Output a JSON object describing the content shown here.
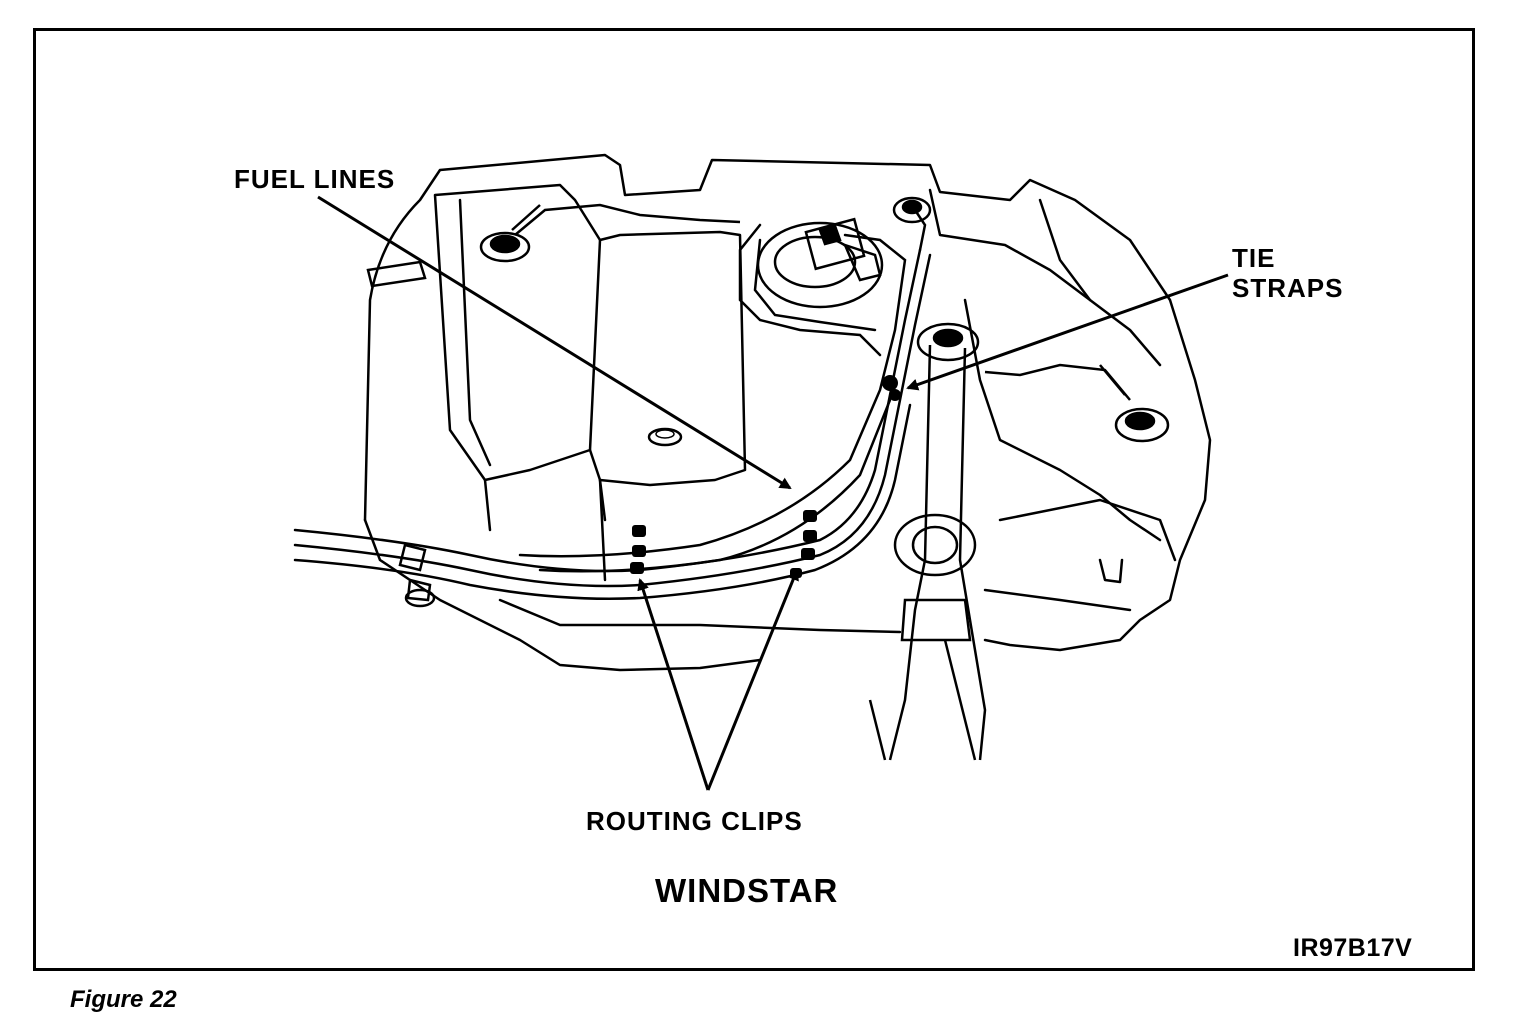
{
  "labels": {
    "fuel_lines": "FUEL LINES",
    "tie_straps_line1": "TIE",
    "tie_straps_line2": "STRAPS",
    "routing_clips": "ROUTING CLIPS"
  },
  "model": "WINDSTAR",
  "code": "IR97B17V",
  "caption": "Figure 22",
  "colors": {
    "ink": "#000000",
    "paper": "#ffffff"
  }
}
